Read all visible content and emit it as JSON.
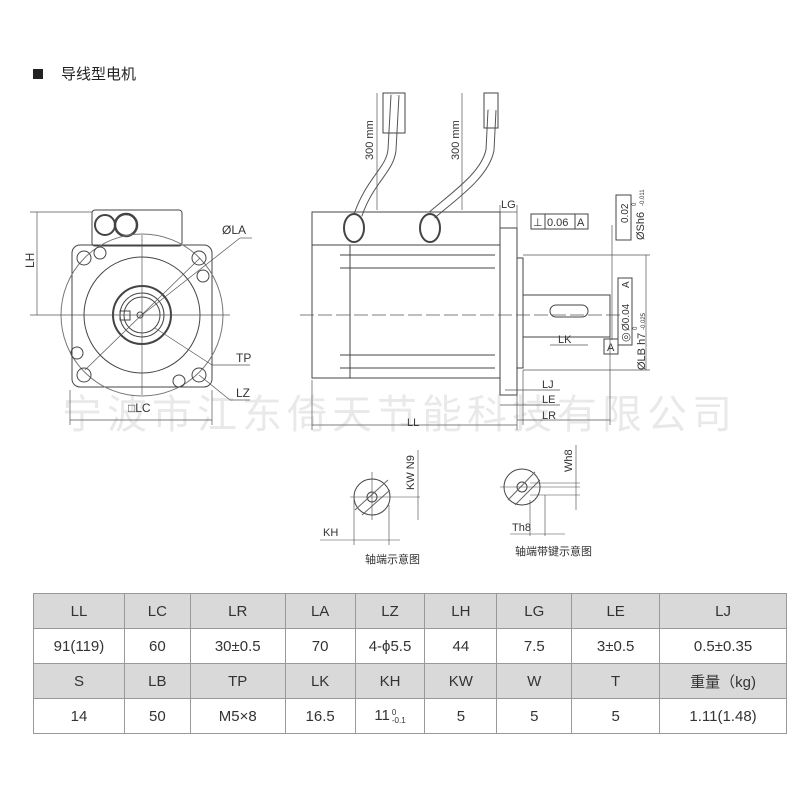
{
  "title": "导线型电机",
  "watermark": "宁波市江东倚天节能科技有限公司",
  "front_view": {
    "labels": {
      "la": "ØLA",
      "tp": "TP",
      "lz": "LZ",
      "lc": "□LC",
      "lh": "LH"
    }
  },
  "side_view": {
    "labels": {
      "cable1": "300 mm",
      "cable2": "300 mm",
      "lg": "LG",
      "ll": "LL",
      "lj": "LJ",
      "le": "LE",
      "lr": "LR",
      "lk": "LK",
      "perp_tol": "⊥",
      "perp_val": "0.06",
      "datum": "A",
      "runout_val": "0.02",
      "sh": "ØSh6",
      "sh_tol_upper": "0",
      "sh_tol_lower": "-0.011",
      "conc_val": "Ø0.04",
      "lb": "ØLB h7",
      "lb_tol_upper": "0",
      "lb_tol_lower": "-0.025",
      "datum_box": "A"
    }
  },
  "detail_views": [
    {
      "caption": "轴端示意图",
      "labels": [
        "KW N9",
        "KH"
      ]
    },
    {
      "caption": "轴端带键示意图",
      "labels": [
        "Wh8",
        "Th8"
      ]
    }
  ],
  "table": {
    "rows": [
      {
        "header": true,
        "cells": [
          "LL",
          "LC",
          "LR",
          "LA",
          "LZ",
          "LH",
          "LG",
          "LE",
          "LJ"
        ]
      },
      {
        "header": false,
        "cells": [
          "91(119)",
          "60",
          "30±0.5",
          "70",
          "4-ϕ5.5",
          "44",
          "7.5",
          "3±0.5",
          "0.5±0.35"
        ]
      },
      {
        "header": true,
        "cells": [
          "S",
          "LB",
          "TP",
          "LK",
          "KH",
          "KW",
          "W",
          "T",
          "重量（kg)"
        ]
      },
      {
        "header": false,
        "cells": [
          "14",
          "50",
          "M5×8",
          "16.5",
          "11",
          "5",
          "5",
          "5",
          "1.11(1.48)"
        ]
      }
    ],
    "kh_tol_upper": "0",
    "kh_tol_lower": "-0.1"
  }
}
